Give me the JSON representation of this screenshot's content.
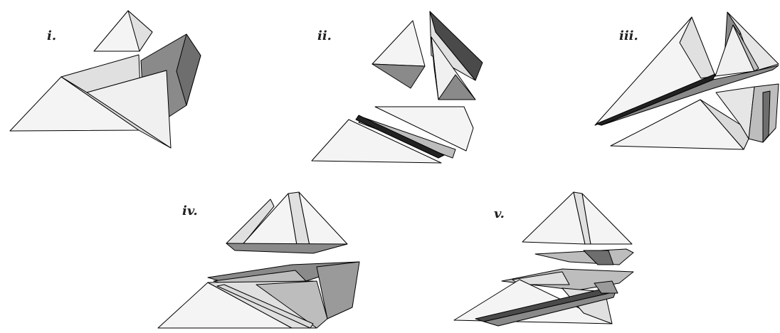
{
  "panels": [
    {
      "label": "i."
    },
    {
      "label": "ii."
    },
    {
      "label": "iii."
    },
    {
      "label": "iv."
    },
    {
      "label": "v."
    }
  ],
  "colors": {
    "light": "#f4f4f4",
    "mid_light": "#e0e0e0",
    "mid": "#bdbdbd",
    "mid_dark": "#8a8a8a",
    "dark": "#4a4a4a",
    "black": "#111111",
    "stroke": "#000000"
  }
}
